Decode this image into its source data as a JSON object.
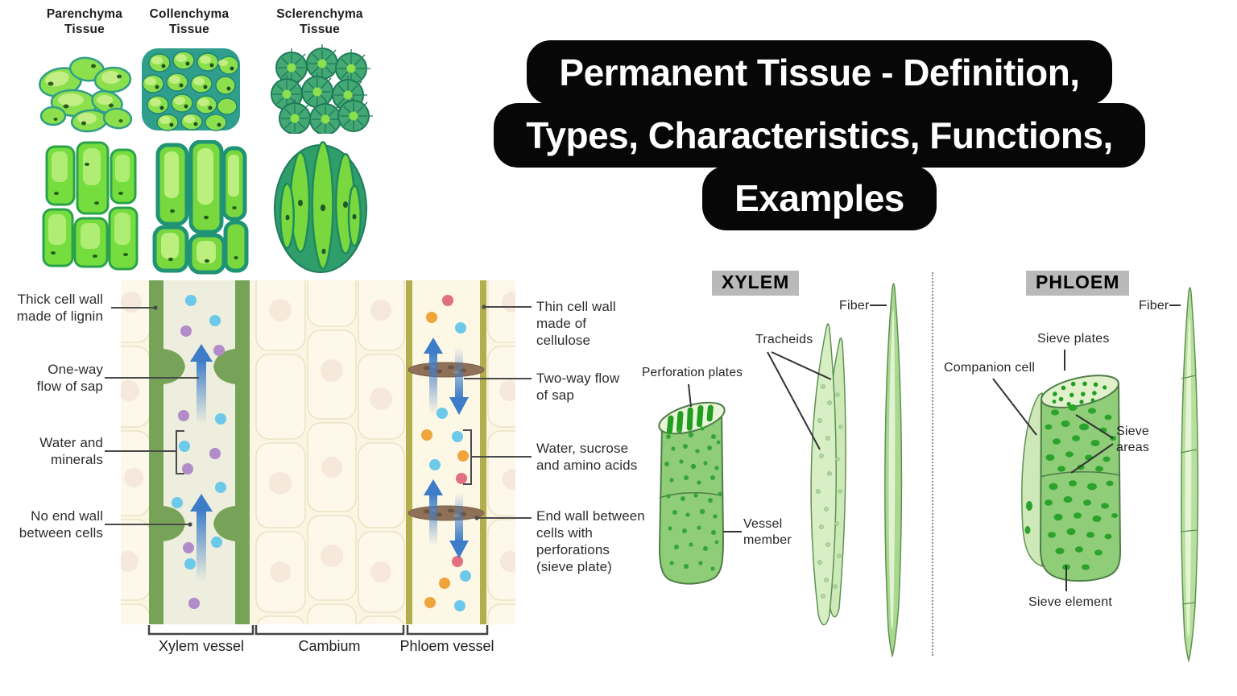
{
  "banner": {
    "lines": [
      "Permanent Tissue - Definition,",
      "Types, Characteristics, Functions,",
      "Examples"
    ]
  },
  "tissue_panel": {
    "columns": [
      {
        "title": "Parenchyma\nTissue"
      },
      {
        "title": "Collenchyma\nTissue"
      },
      {
        "title": "Sclerenchyma\nTissue"
      }
    ]
  },
  "vessel_diagram": {
    "left_labels": [
      "Thick cell wall\nmade of lignin",
      "One-way\nflow of sap",
      "Water and\nminerals",
      "No end wall\nbetween cells"
    ],
    "right_labels": [
      "Thin cell wall\nmade of\ncellulose",
      "Two-way flow\nof sap",
      "Water, sucrose\nand amino acids",
      "End wall between\ncells with\nperforations\n(sieve plate)"
    ],
    "bottom_labels": [
      "Xylem vessel",
      "Cambium",
      "Phloem vessel"
    ]
  },
  "xylem_panel": {
    "header": "XYLEM",
    "labels": {
      "perforation_plates": "Perforation plates",
      "tracheids": "Tracheids",
      "fiber": "Fiber",
      "vessel_member": "Vessel\nmember"
    }
  },
  "phloem_panel": {
    "header": "PHLOEM",
    "labels": {
      "sieve_plates": "Sieve plates",
      "companion_cell": "Companion cell",
      "sieve_areas": "Sieve\nareas",
      "fiber": "Fiber",
      "sieve_element": "Sieve element"
    }
  },
  "colors": {
    "banner_bg": "#070707",
    "banner_text": "#ffffff",
    "header_bg": "#b9b9b9",
    "xylem_wall_green": "#76a357",
    "phloem_wall_olive": "#b2ae4e",
    "diagram_background": "#fbf5e3",
    "arrow_blue": "#3d7cc9",
    "dot_blue": "#6cc9e9",
    "dot_purple": "#b18cc9",
    "dot_orange": "#f0a43c",
    "dot_pink": "#e2707e",
    "sieve_plate_brown": "#8f7058",
    "cell_bright_green": "#8ce04e",
    "cell_teal_outline": "#2f9e86",
    "structure_green": "#8fcd78",
    "speckle_green": "#2ba32b"
  }
}
